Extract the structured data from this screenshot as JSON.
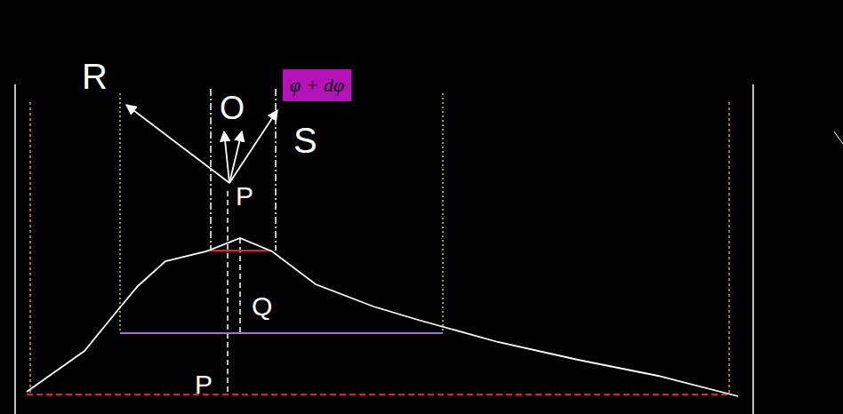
{
  "diagram": {
    "nodes": [
      {
        "text": [
          "φ"
        ]
      },
      {
        "text": [
          "φ + dφ"
        ],
        "in": 0
      }
    ],
    "labels": [
      "R",
      "O",
      "S",
      "P",
      "Q",
      "P"
    ]
  }
}
